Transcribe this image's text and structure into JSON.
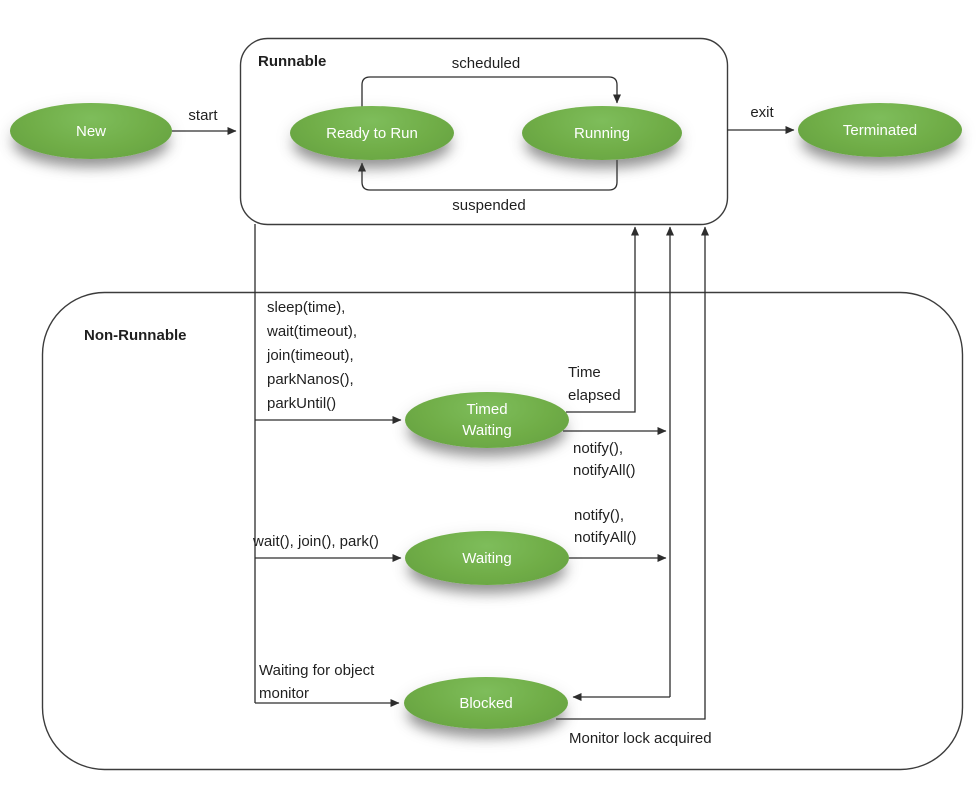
{
  "colors": {
    "state_fill_green": "#70ad47",
    "state_text": "#ffffff",
    "line": "#2d2d2d",
    "label_text": "#1f1f1f",
    "background": "#ffffff"
  },
  "groups": {
    "runnable": {
      "label": "Runnable"
    },
    "non_runnable": {
      "label": "Non-Runnable"
    }
  },
  "states": {
    "new": "New",
    "ready_to_run": "Ready to Run",
    "running": "Running",
    "terminated": "Terminated",
    "timed_waiting": "Timed\nWaiting",
    "waiting": "Waiting",
    "blocked": "Blocked"
  },
  "transitions": {
    "start": "start",
    "scheduled": "scheduled",
    "suspended": "suspended",
    "exit": "exit",
    "to_timed_waiting": "sleep(time),\nwait(timeout),\njoin(timeout),\nparkNanos(),\nparkUntil()",
    "time_elapsed": "Time\nelapsed",
    "timed_waiting_notify": "notify(),\nnotifyAll()",
    "to_waiting": "wait(), join(), park()",
    "waiting_notify": "notify(),\nnotifyAll()",
    "to_blocked": "Waiting for object\nmonitor",
    "monitor_lock_acquired": "Monitor lock acquired"
  }
}
